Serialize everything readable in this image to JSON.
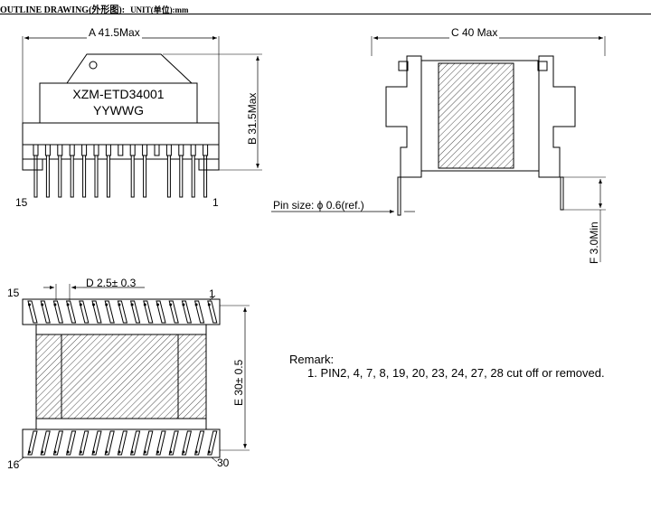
{
  "header": {
    "title": "OUTLINE DRAWING(外形图):",
    "unit": "UNIT(单位):mm"
  },
  "front_view": {
    "dim_width": "A 41.5Max",
    "dim_height": "B 31.5Max",
    "part_number": "XZM-ETD34001",
    "date_code": "YYWWG",
    "pin_left": "15",
    "pin_right": "1"
  },
  "side_view": {
    "dim_width": "C 40 Max",
    "pin_size": "Pin size: ϕ 0.6(ref.)",
    "pin_length": "F 3.0Min"
  },
  "bottom_view": {
    "pitch": "D 2.5± 0.3",
    "pin_top_left": "15",
    "pin_top_right": "1",
    "pin_bottom_left": "16",
    "pin_bottom_right": "30",
    "dim_height": "E 30± 0.5"
  },
  "remark": {
    "title": "Remark:",
    "note": "1. PIN2, 4, 7, 8, 19, 20, 23, 24, 27, 28 cut off or removed."
  }
}
